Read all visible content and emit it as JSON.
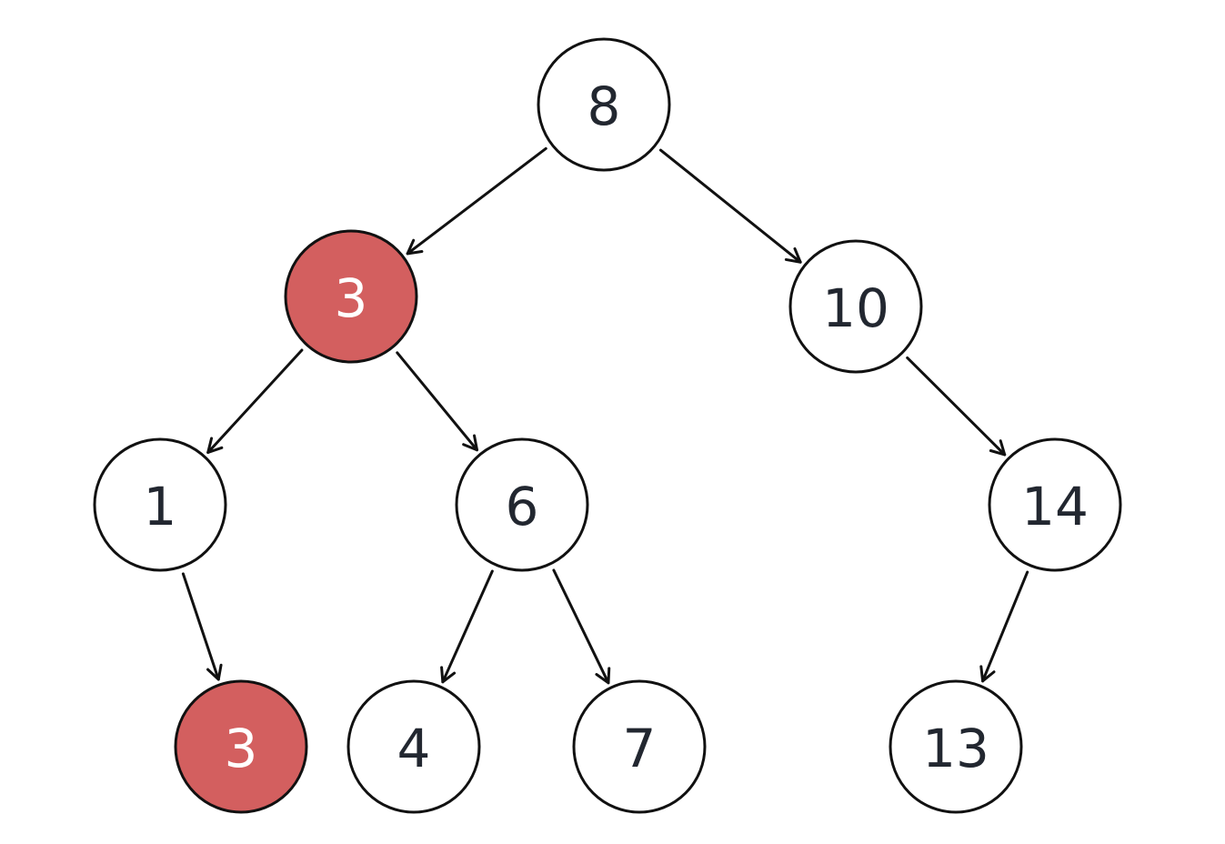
{
  "colors": {
    "highlight_fill": "#D35F5F",
    "default_fill": "#FFFFFF",
    "stroke": "#111111",
    "default_text": "#222730",
    "highlight_text": "#FFFFFF"
  },
  "nodes": [
    {
      "id": "n8",
      "label": "8",
      "highlighted": false
    },
    {
      "id": "n3",
      "label": "3",
      "highlighted": true
    },
    {
      "id": "n10",
      "label": "10",
      "highlighted": false
    },
    {
      "id": "n1",
      "label": "1",
      "highlighted": false
    },
    {
      "id": "n6",
      "label": "6",
      "highlighted": false
    },
    {
      "id": "n14",
      "label": "14",
      "highlighted": false
    },
    {
      "id": "n3b",
      "label": "3",
      "highlighted": true
    },
    {
      "id": "n4",
      "label": "4",
      "highlighted": false
    },
    {
      "id": "n7",
      "label": "7",
      "highlighted": false
    },
    {
      "id": "n13",
      "label": "13",
      "highlighted": false
    }
  ],
  "edges": [
    {
      "from": "n8",
      "to": "n3"
    },
    {
      "from": "n8",
      "to": "n10"
    },
    {
      "from": "n3",
      "to": "n1"
    },
    {
      "from": "n3",
      "to": "n6"
    },
    {
      "from": "n10",
      "to": "n14"
    },
    {
      "from": "n1",
      "to": "n3b"
    },
    {
      "from": "n6",
      "to": "n4"
    },
    {
      "from": "n6",
      "to": "n7"
    },
    {
      "from": "n14",
      "to": "n13"
    }
  ]
}
